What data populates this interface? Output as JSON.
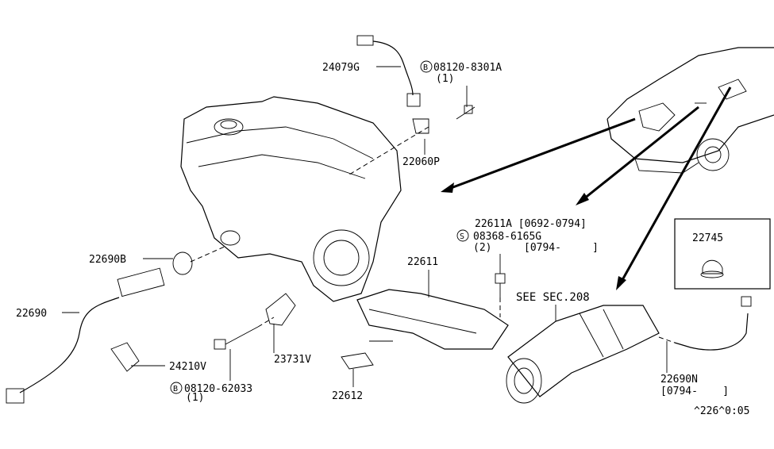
{
  "parts": {
    "p24079G": "24079G",
    "bolt_top": "08120-8301A",
    "bolt_top_qty": "(1)",
    "bolt_top_symbol": "B",
    "p22060P": "22060P",
    "p22690B": "22690B",
    "p22690": "22690",
    "p24210V": "24210V",
    "p23731V": "23731V",
    "bolt_bottom": "08120-62033",
    "bolt_bottom_qty": "(1)",
    "bolt_bottom_symbol": "B",
    "p22612": "22612",
    "p22611": "22611",
    "p22611A": "22611A [0692-0794]",
    "screw": "08368-6165G",
    "screw_symbol": "S",
    "screw_qty": "(2)",
    "screw_range": "[0794-     ]",
    "see_sec": "SEE SEC.208",
    "p22745": "22745",
    "p22690N": "22690N",
    "p22690N_range": "[0794-    ]",
    "diagram_code": "^226^0:05"
  }
}
